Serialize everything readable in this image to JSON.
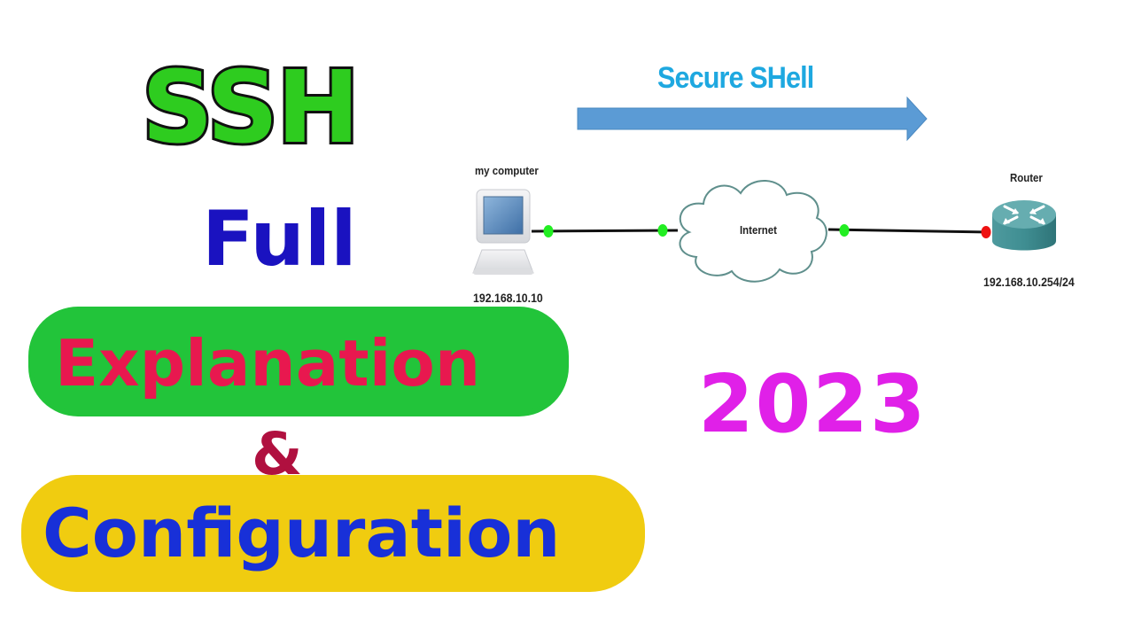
{
  "title": {
    "line1": "SSH",
    "line2": "Full",
    "line3": "Explanation",
    "line4": "&",
    "line5": "Configuration",
    "year": "2023"
  },
  "colors": {
    "ssh_fill": "#2ecc1f",
    "ssh_outline": "#111111",
    "full": "#1a12c0",
    "explanation_text": "#e8184f",
    "explanation_bg": "#22c43a",
    "ampersand": "#b0103f",
    "configuration_text": "#1830d8",
    "configuration_bg": "#f0cc10",
    "year": "#e020e8",
    "arrow": "#5b9bd5",
    "arrow_label": "#1ea8e0",
    "link_up": "#22ee22",
    "link_down": "#ee1111"
  },
  "diagram": {
    "arrow_label": "Secure SHell",
    "nodes": [
      {
        "id": "computer",
        "label": "my computer",
        "ip": "192.168.10.10",
        "icon": "desktop-computer-icon"
      },
      {
        "id": "internet",
        "label": "Internet",
        "icon": "cloud-icon"
      },
      {
        "id": "router",
        "label": "Router",
        "ip": "192.168.10.254/24",
        "icon": "router-icon"
      }
    ],
    "links": [
      {
        "from": "computer",
        "to": "internet",
        "from_status": "up",
        "to_status": "up"
      },
      {
        "from": "internet",
        "to": "router",
        "from_status": "up",
        "to_status": "down"
      }
    ]
  }
}
